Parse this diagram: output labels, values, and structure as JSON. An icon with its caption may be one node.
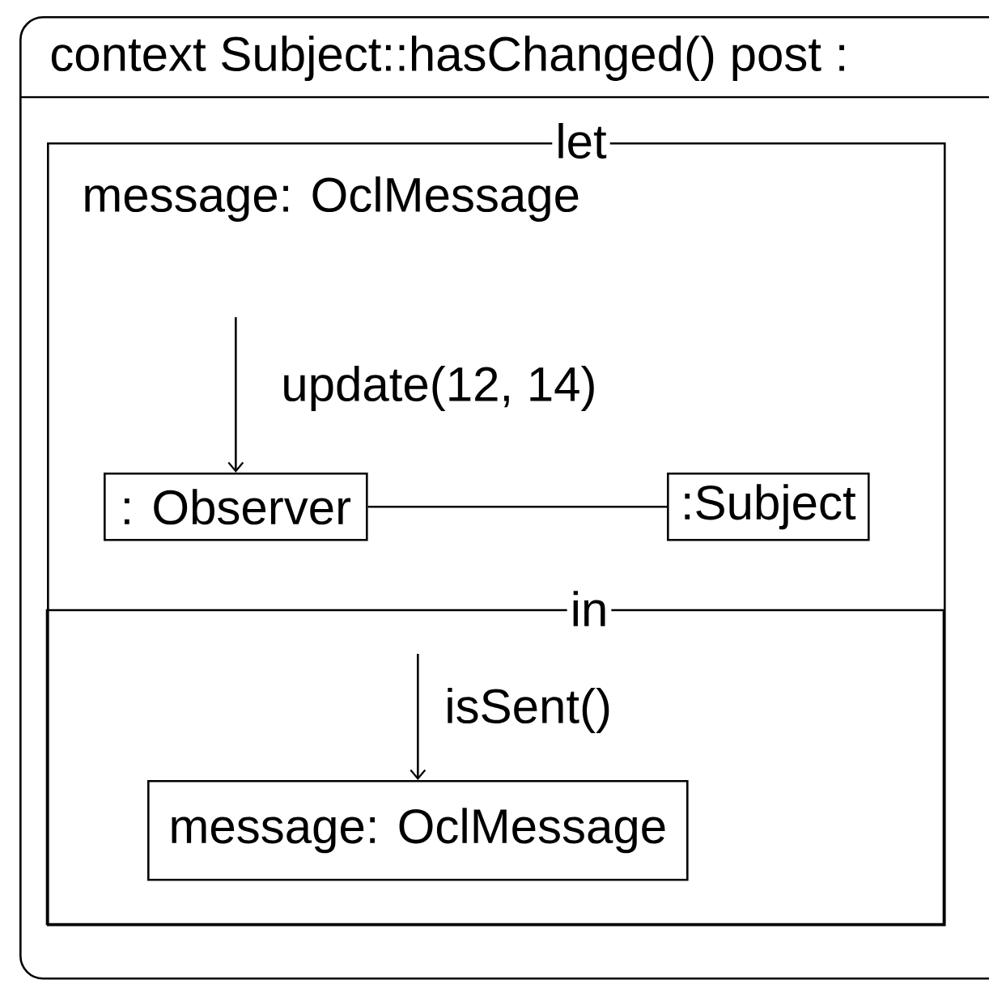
{
  "diagram": {
    "nodes": [
      {
        "text": [
          "context Subject::hasChanged() post :"
        ]
      },
      {
        "text": [
          "let",
          "message: OclMessage"
        ],
        "in": 0
      },
      {
        "text": [
          "in"
        ],
        "in": 1
      },
      {
        "text": [
          ": Observer"
        ],
        "in": 1
      },
      {
        "text": [
          ":Subject"
        ],
        "in": 1
      },
      {
        "text": [
          "message: OclMessage"
        ],
        "in": 2
      }
    ],
    "edges": [
      {
        "from": null,
        "to": 3,
        "arrow": "to",
        "label": "update(12, 14)"
      },
      {
        "from": 3,
        "to": 4,
        "arrow": "none"
      },
      {
        "from": null,
        "to": 5,
        "arrow": "to",
        "label": "isSent()"
      }
    ]
  }
}
